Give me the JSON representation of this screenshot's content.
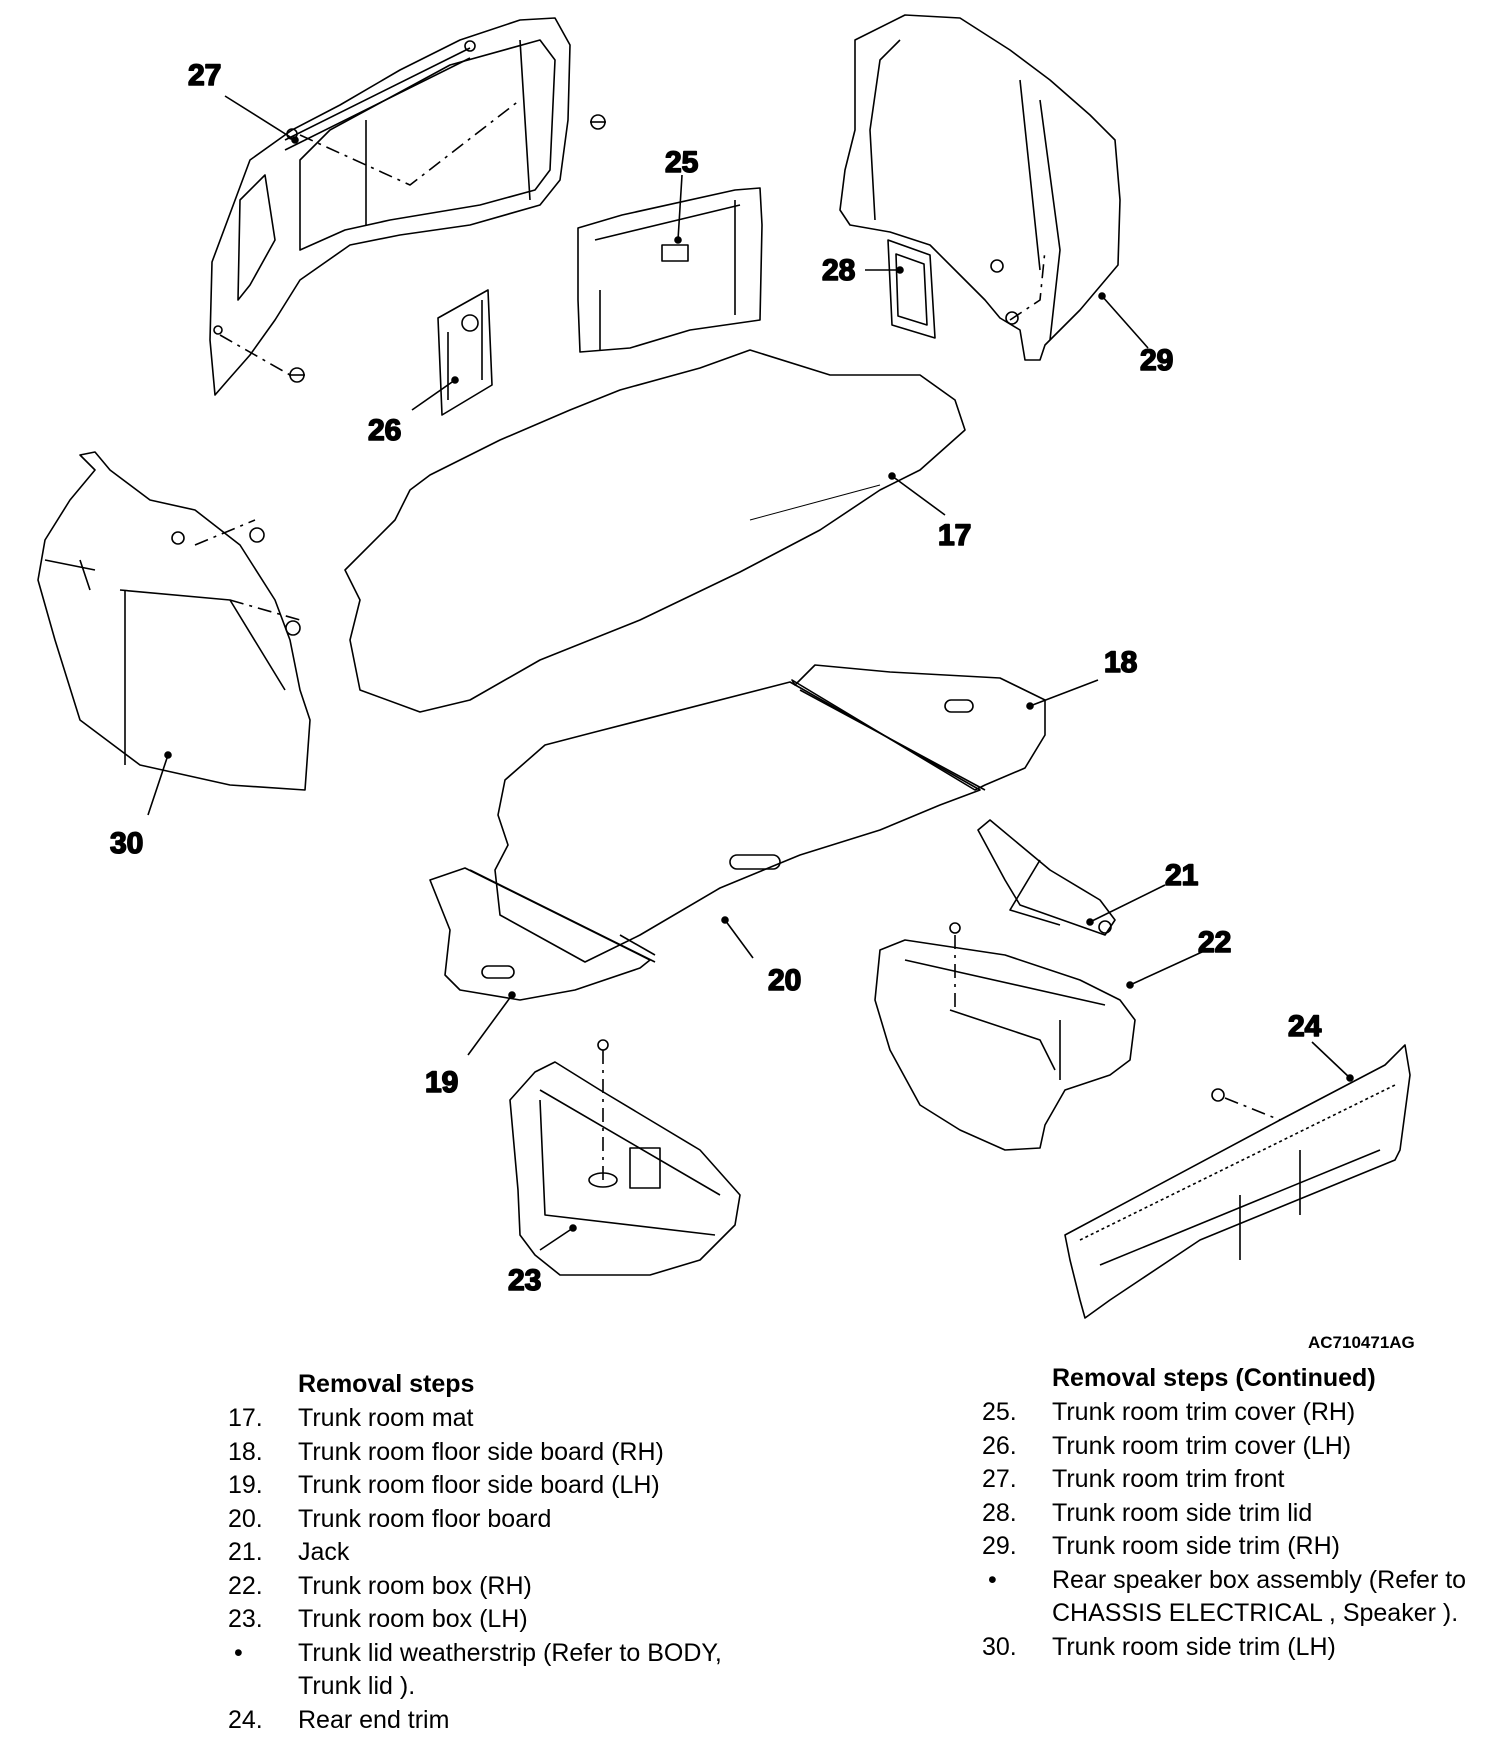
{
  "figure_id": "AC710471AG",
  "callouts": {
    "c17": "17",
    "c18": "18",
    "c19": "19",
    "c20": "20",
    "c21": "21",
    "c22": "22",
    "c23": "23",
    "c24": "24",
    "c25": "25",
    "c26": "26",
    "c27": "27",
    "c28": "28",
    "c29": "29",
    "c30": "30"
  },
  "left_column": {
    "heading": "Removal steps",
    "steps": [
      {
        "num": "17.",
        "text": "Trunk room mat"
      },
      {
        "num": "18.",
        "text": "Trunk room floor side board (RH)"
      },
      {
        "num": "19.",
        "text": "Trunk room floor side board (LH)"
      },
      {
        "num": "20.",
        "text": "Trunk room floor board"
      },
      {
        "num": "21.",
        "text": "Jack"
      },
      {
        "num": "22.",
        "text": "Trunk room box (RH)"
      },
      {
        "num": "23.",
        "text": "Trunk room box (LH)"
      },
      {
        "num": "•",
        "text": "Trunk lid weatherstrip (Refer to BODY, Trunk lid )."
      },
      {
        "num": "24.",
        "text": "Rear end trim"
      }
    ]
  },
  "right_column": {
    "heading": "Removal steps (Continued)",
    "steps": [
      {
        "num": "25.",
        "text": "Trunk room trim cover (RH)"
      },
      {
        "num": "26.",
        "text": "Trunk room trim cover (LH)"
      },
      {
        "num": "27.",
        "text": "Trunk room trim front"
      },
      {
        "num": "28.",
        "text": "Trunk room side trim lid"
      },
      {
        "num": "29.",
        "text": "Trunk room side trim (RH)"
      },
      {
        "num": "•",
        "text": "Rear speaker box assembly (Refer to CHASSIS ELECTRICAL , Speaker )."
      },
      {
        "num": "30.",
        "text": "Trunk room side trim (LH)"
      }
    ]
  }
}
